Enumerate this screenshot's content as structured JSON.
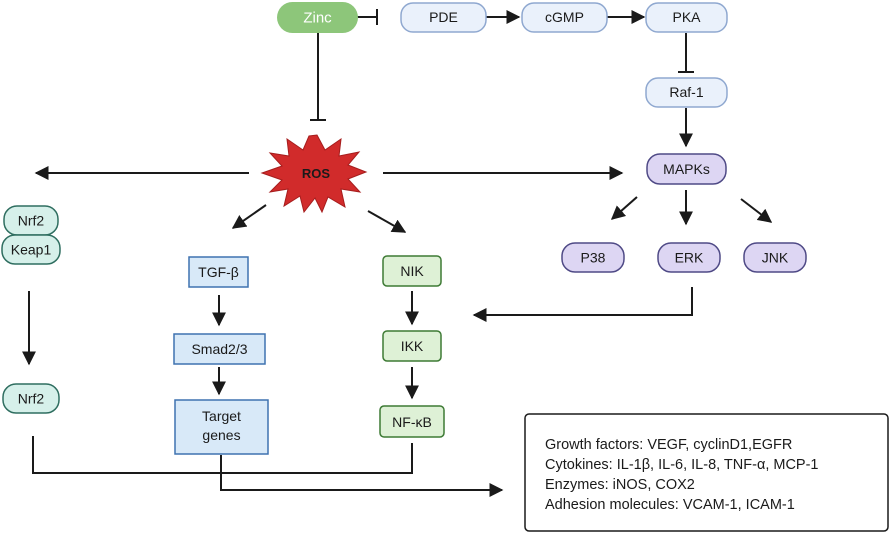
{
  "nodes": {
    "zinc": "Zinc",
    "pde": "PDE",
    "cgmp": "cGMP",
    "pka": "PKA",
    "raf1": "Raf-1",
    "ros": "ROS",
    "mapks": "MAPKs",
    "p38": "P38",
    "erk": "ERK",
    "jnk": "JNK",
    "nrf2_top": "Nrf2",
    "keap1": "Keap1",
    "nrf2_bottom": "Nrf2",
    "tgfb": "TGF-β",
    "smad": "Smad2/3",
    "target_line1": "Target",
    "target_line2": "genes",
    "nik": "NIK",
    "ikk": "IKK",
    "nfkb": "NF-κB"
  },
  "outcomes": [
    "Growth factors: VEGF, cyclinD1,EGFR",
    "Cytokines: IL-1β, IL-6, IL-8, TNF-α, MCP-1",
    "Enzymes: iNOS, COX2",
    "Adhesion molecules: VCAM-1, ICAM-1"
  ],
  "colors": {
    "zinc_fill": "#8dc67a",
    "pathway_fill": "#eaf1fb",
    "pathway_stroke": "#8fa8d0",
    "mapk_fill": "#ddd6f3",
    "mapk_stroke": "#4f4a86",
    "nrf_fill": "#d6f0ea",
    "nrf_stroke": "#2f6e60",
    "tgf_fill": "#d8e9f8",
    "tgf_stroke": "#3f72b0",
    "nfkb_fill": "#def1d6",
    "nfkb_stroke": "#3d7a34",
    "ros_fill": "#d12b2b"
  }
}
